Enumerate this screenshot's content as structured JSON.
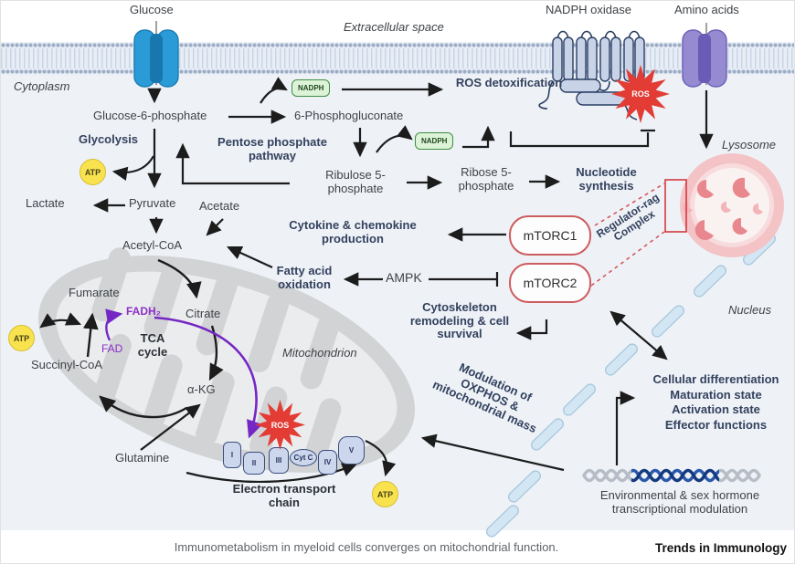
{
  "caption": {
    "text": "Immunometabolism in myeloid cells converges on mitochondrial function.",
    "journal": "Trends in Immunology"
  },
  "regions": {
    "extracellular_space": "Extracellular space",
    "cytoplasm": "Cytoplasm",
    "lysosome": "Lysosome",
    "nucleus": "Nucleus",
    "mitochondrion": "Mitochondrion"
  },
  "membrane_proteins": {
    "glucose_transporter": "Glucose",
    "nadph_oxidase": "NADPH oxidase",
    "amino_acid_transporter": "Amino acids"
  },
  "metabolites": {
    "g6p": "Glucose-6-phosphate",
    "p6g": "6-Phosphogluconate",
    "ribulose5p": "Ribulose 5-phosphate",
    "ribose5p": "Ribose 5-phosphate",
    "lactate": "Lactate",
    "pyruvate": "Pyruvate",
    "acetate": "Acetate",
    "acetyl_coa": "Acetyl-CoA",
    "fumarate": "Fumarate",
    "citrate": "Citrate",
    "succinyl_coa": "Succinyl-CoA",
    "akg": "α-KG",
    "glutamine": "Glutamine"
  },
  "molecules": {
    "nadph": "NADPH",
    "atp": "ATP",
    "ros": "ROS",
    "fad": "FAD",
    "fadh2": "FADH₂",
    "ampk": "AMPK",
    "mtorc1": "mTORC1",
    "mtorc2": "mTORC2"
  },
  "pathways": {
    "glycolysis": "Glycolysis",
    "pentose": "Pentose phosphate pathway",
    "ros_detox": "ROS detoxification",
    "nucleotide": "Nucleotide synthesis",
    "cytokine": "Cytokine & chemokine production",
    "fatty_acid": "Fatty acid oxidation",
    "cytoskeleton": "Cytoskeleton remodeling & cell survival",
    "tca": "TCA cycle",
    "etc": "Electron transport chain",
    "modulation": "Modulation of OXPHOS & mitochondrial mass",
    "regulator": "Regulator-rag Complex"
  },
  "outcomes": {
    "lines": [
      "Cellular differentiation",
      "Maturation state",
      "Activation state",
      "Effector functions"
    ],
    "env": "Environmental & sex hormone transcriptional modulation"
  },
  "etc_complexes": [
    "I",
    "II",
    "III",
    "Cyt C",
    "IV",
    "V"
  ],
  "colors": {
    "bold_label": "#33415e",
    "text": "#3f4347",
    "purple": "#7527c4",
    "nadph_green": "#3e8e41",
    "atp_yellow": "#f8e34f",
    "mtorc_red": "#cd5c5f",
    "ros_red": "#e23c35",
    "membrane_blue": "#2a9bd6",
    "amino_purple": "#968bd1"
  }
}
